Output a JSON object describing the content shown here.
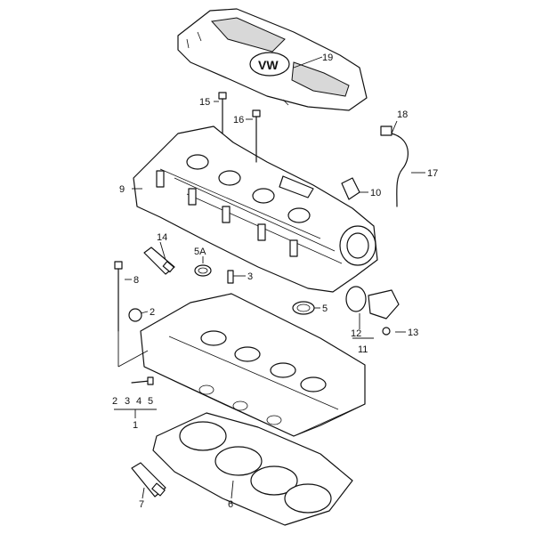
{
  "callouts": [
    {
      "id": "c19",
      "text": "19"
    },
    {
      "id": "c18",
      "text": "18"
    },
    {
      "id": "c17",
      "text": "17"
    },
    {
      "id": "c16",
      "text": "16"
    },
    {
      "id": "c15",
      "text": "15"
    },
    {
      "id": "c14",
      "text": "14"
    },
    {
      "id": "c13",
      "text": "13"
    },
    {
      "id": "c12",
      "text": "12"
    },
    {
      "id": "c11",
      "text": "11"
    },
    {
      "id": "c10",
      "text": "10"
    },
    {
      "id": "c9",
      "text": "9"
    },
    {
      "id": "c8",
      "text": "8"
    },
    {
      "id": "c7",
      "text": "7"
    },
    {
      "id": "c6",
      "text": "6"
    },
    {
      "id": "c5",
      "text": "5"
    },
    {
      "id": "c5a",
      "text": "5A"
    },
    {
      "id": "c3",
      "text": "3"
    },
    {
      "id": "c2",
      "text": "2"
    },
    {
      "id": "g2",
      "text": "2"
    },
    {
      "id": "g3",
      "text": "3"
    },
    {
      "id": "g4",
      "text": "4"
    },
    {
      "id": "g5",
      "text": "5"
    },
    {
      "id": "g1",
      "text": "1"
    }
  ]
}
